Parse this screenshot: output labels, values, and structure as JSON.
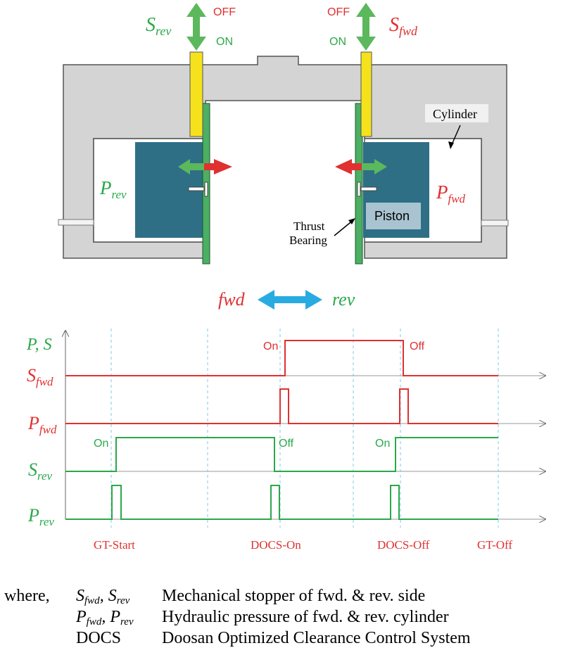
{
  "mechanism": {
    "s_rev_label": "S",
    "s_rev_sub": "rev",
    "s_fwd_label": "S",
    "s_fwd_sub": "fwd",
    "p_rev_label": "P",
    "p_rev_sub": "rev",
    "p_fwd_label": "P",
    "p_fwd_sub": "fwd",
    "left_off": "OFF",
    "left_on": "ON",
    "right_off": "OFF",
    "right_on": "ON",
    "cylinder_label": "Cylinder",
    "piston_label": "Piston",
    "thrust_bearing_line1": "Thrust",
    "thrust_bearing_line2": "Bearing",
    "fwd_label": "fwd",
    "rev_label": "rev"
  },
  "timing": {
    "axis_label": "P, S",
    "rows": [
      {
        "sym": "S",
        "sub": "fwd"
      },
      {
        "sym": "P",
        "sub": "fwd"
      },
      {
        "sym": "S",
        "sub": "rev"
      },
      {
        "sym": "P",
        "sub": "rev"
      }
    ],
    "events": [
      "GT-Start",
      "DOCS-On",
      "DOCS-Off",
      "GT-Off"
    ],
    "annotations": {
      "sfwd_on": "On",
      "sfwd_off": "Off",
      "srev_on1": "On",
      "srev_off": "Off",
      "srev_on2": "On"
    }
  },
  "legend": {
    "where": "where,",
    "entries": [
      {
        "sym_a": "S",
        "sub_a": "fwd",
        "sep": ",",
        "sym_b": "S",
        "sub_b": "rev",
        "desc": "Mechanical stopper of fwd. & rev. side"
      },
      {
        "sym_a": "P",
        "sub_a": "fwd",
        "sep": ",",
        "sym_b": "P",
        "sub_b": "rev",
        "desc": "Hydraulic pressure of fwd. & rev. cylinder"
      },
      {
        "plain": "DOCS",
        "desc": "Doosan Optimized Clearance Control System"
      }
    ]
  },
  "colors": {
    "red": "#e03030",
    "green": "#2aa84a",
    "arrow_green": "#5cb85c",
    "blue_arrow": "#29abe2",
    "housing": "#d4d4d4",
    "piston": "#2e6f86",
    "stopper": "#f5e21c",
    "bearing": "#4caf64"
  }
}
